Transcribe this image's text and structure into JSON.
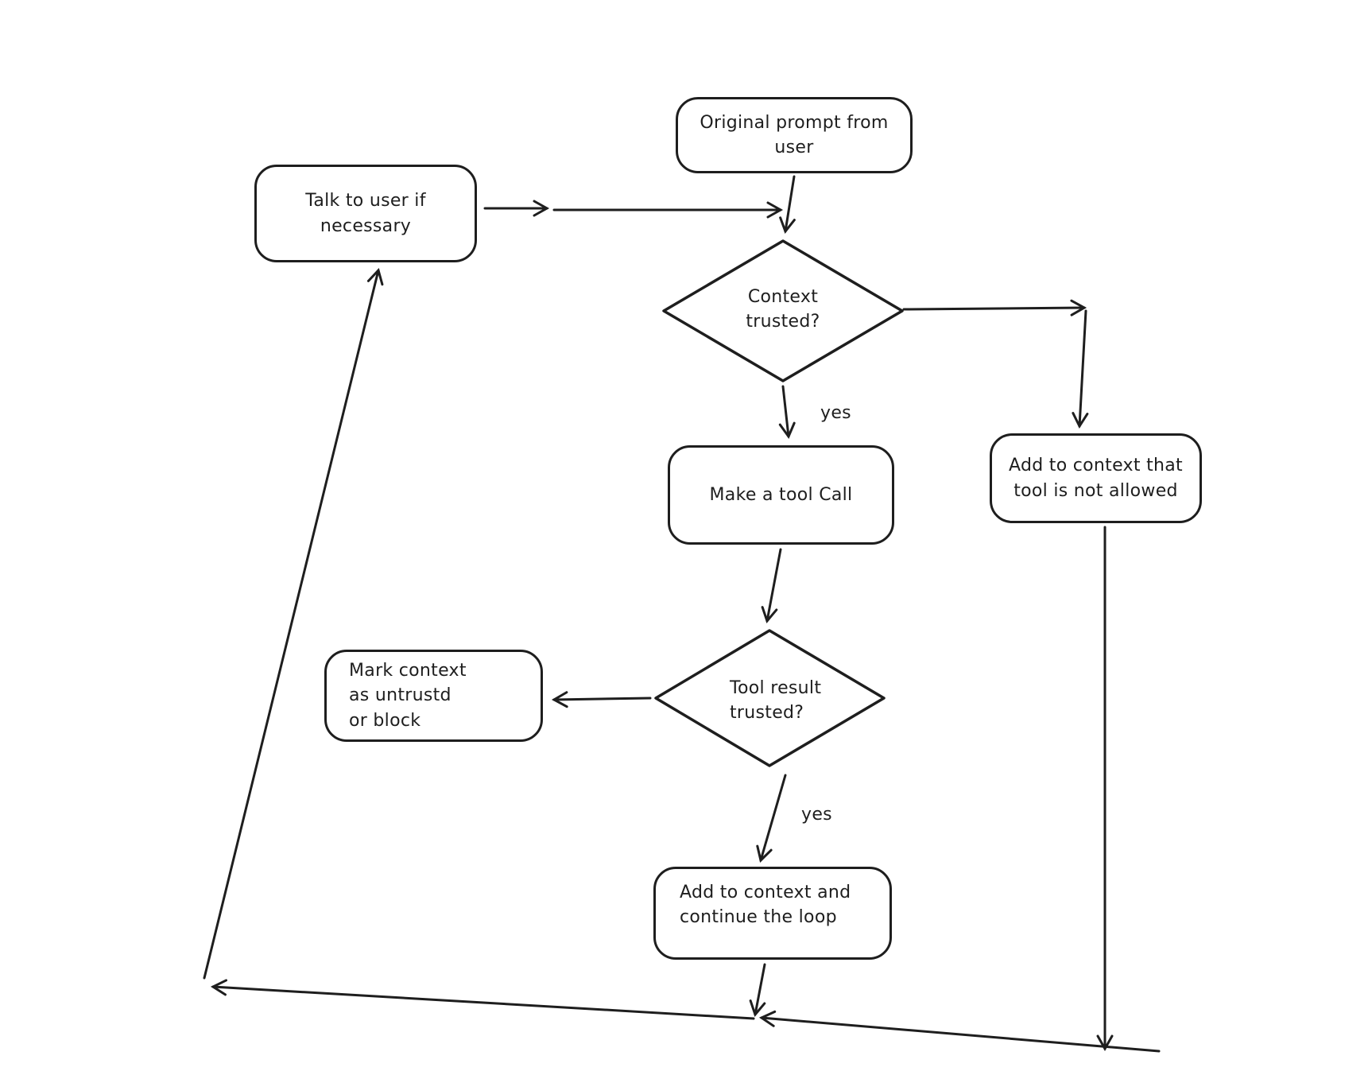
{
  "diagram": {
    "colors": {
      "stroke": "#1e1e1e",
      "background": "#ffffff"
    },
    "nodes": {
      "original_prompt": {
        "label": "Original prompt from\nuser"
      },
      "talk_to_user": {
        "label": "Talk to user if\nnecessary"
      },
      "context_trusted": {
        "label": "Context\ntrusted?"
      },
      "make_tool_call": {
        "label": "Make a tool Call"
      },
      "tool_not_allowed": {
        "label": "Add to context that\ntool is not allowed"
      },
      "tool_result_trusted": {
        "label": "Tool result\ntrusted?"
      },
      "mark_untrusted": {
        "label": "Mark context\nas untrustd\nor block"
      },
      "continue_loop": {
        "label": "Add to context and\ncontinue the loop"
      }
    },
    "edge_labels": {
      "yes_context": "yes",
      "yes_tool_result": "yes"
    }
  }
}
